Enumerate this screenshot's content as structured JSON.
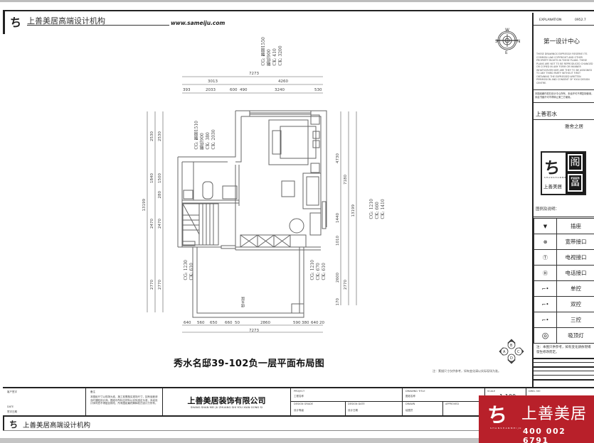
{
  "header": {
    "logo_glyph": "ち",
    "brand": "上善美居高端设计机构",
    "url": "www.sameiju.com"
  },
  "drawing": {
    "title": "秀水名邸39-102负一层平面布局图",
    "footnote": "注：素描尺寸仅供参考，如有变化请以实际现场为准。",
    "top_dimensions": {
      "overall": "7273",
      "row2": [
        "3013",
        "4260"
      ],
      "row3": [
        "393",
        "2033",
        "600",
        "490",
        "3240",
        "530"
      ]
    },
    "bottom_dimensions": {
      "row1": [
        "640",
        "560",
        "650",
        "660",
        "50",
        "2860",
        "590",
        "380",
        "640",
        "20"
      ],
      "overall": "7273"
    },
    "left_dimensions": {
      "overall": "13199",
      "outer": [
        "2530",
        "1840",
        "2470",
        "2770"
      ],
      "inner": [
        "2530",
        "1500",
        "280",
        "2470",
        "2770"
      ]
    },
    "right_dimensions": {
      "overall": "13199",
      "mid": [
        "7180",
        "2770"
      ],
      "inner": [
        "4730",
        "1440",
        "1010",
        "2600",
        "170"
      ]
    },
    "notes": {
      "top_window": [
        "CG: 飘窗1550",
        "飘低900",
        "CK: 410",
        "CK: 3200"
      ],
      "left_window": [
        "CG: 飘窗1510",
        "飘低900",
        "CK: 380",
        "CK: 2030"
      ],
      "right_window": [
        "CG: 1210",
        "CK: 660",
        "CK: 1410"
      ],
      "bottom_left_window": [
        "CG: 1230",
        "CK: 610"
      ],
      "bottom_right_window": [
        "CG: 1210",
        "CK: 670",
        "CK: 610"
      ],
      "room_label": "储水层"
    },
    "compass": {
      "n": "N",
      "s": "S",
      "e": "E",
      "w": "W"
    },
    "view_markers": [
      "A",
      "B",
      "C",
      "D"
    ]
  },
  "right_panel": {
    "explanation_label": "EXPLANATION",
    "explanation_code": "0952.7",
    "company": "第一设计中心",
    "fine_print": "These drawings expressly reserve its common law copyright and other property rights in these plans. These plans are not to be reproduced changed or copied in any form or manner whatsoever nor are they to be assigned to any third party without first obtaining the expressed written permission and consent of Yixiu Design Centre.",
    "cn_notice": "本图纸著作权归设计中心所有，未经许可不得复制使用，未经书面许可不得转让第三方使用。",
    "project_name": "上善若水",
    "project_sub": "雅舍之居",
    "logo": {
      "left_glyph": "ち",
      "dots": "SHANSHANMEIJU",
      "left_name": "上善美居",
      "right_top": "阁",
      "right_bottom": "冨"
    },
    "legend_title": "图例及说明：",
    "legend": [
      {
        "icon": "outlet-icon",
        "symbol": "▼",
        "label": "插座"
      },
      {
        "icon": "broadband-icon",
        "symbol": "⊗",
        "label": "宽带接口"
      },
      {
        "icon": "tv-icon",
        "symbol": "Ⓣ",
        "label": "电视接口"
      },
      {
        "icon": "phone-icon",
        "symbol": "Ⓗ",
        "label": "电话接口"
      },
      {
        "icon": "single-switch-icon",
        "symbol": "⌐•",
        "label": "单控"
      },
      {
        "icon": "double-switch-icon",
        "symbol": "⌐•",
        "label": "双控"
      },
      {
        "icon": "triple-switch-icon",
        "symbol": "⌐•",
        "label": "三控"
      },
      {
        "icon": "ceiling-light-icon",
        "symbol": "◎",
        "label": "吸顶灯"
      }
    ],
    "legend_note": "注：本图只供参考，如有变化請依現場發生修改而定。"
  },
  "title_block": {
    "client_label": "客户签字",
    "date_label": "DATE",
    "date_value": "签字日期",
    "remark_label": "备注",
    "remark_text": "本图纸尺寸以现场为准，施工前需核实现场尺寸，如有误差请及时通知设计师。图纸中所标注材料以实际选定为准，未经设计师同意不得擅自修改，所有图纸最终解释权归设计方所有。",
    "company": "上善美居装饰有限公司",
    "company_pinyin": "SHANG SHAN MEI JU ZHUANG SHI YOU XIAN GONG SI",
    "project_label": "PROJECT",
    "project_value": "工程名称",
    "design_grade_label": "DESIGN GRADE",
    "design_grade_value": "设计等级",
    "design_date_label": "DESIGN DATE",
    "design_date_value": "设计日期",
    "drawing_title_label": "DRAWING TITLE",
    "drawing_title_value": "图纸名称",
    "drawn_label": "DRAWN",
    "drawn_value": "绘图员",
    "approved_label": "APPROVED",
    "scale_label": "SCALE",
    "scale_value": "1:100",
    "dwg_no_label": "DWG. NO"
  },
  "footer": {
    "logo_glyph": "ち",
    "brand": "上善美居高端设计机构"
  },
  "badge": {
    "glyph": "ち",
    "name": "上善美居",
    "dots": "SHANSHANMEIJU",
    "phone": "400 002 6791",
    "color": "#b8202a"
  }
}
